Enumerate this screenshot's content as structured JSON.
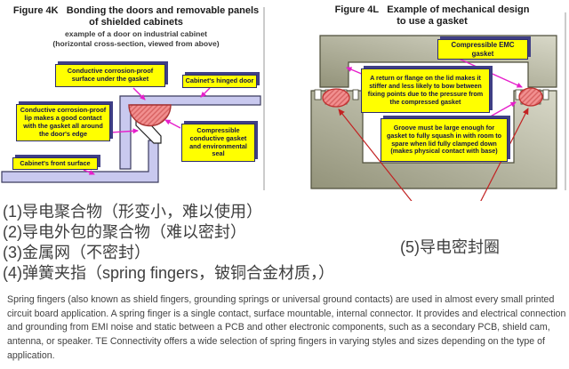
{
  "figure_4k": {
    "title_line1": "Figure 4K   Bonding the doors and removable panels",
    "title_line2": "of shielded cabinets",
    "subtitle_line1": "example of a door on industrial cabinet",
    "subtitle_line2": "(horizontal cross-section, viewed from above)",
    "labels": {
      "surface": "Conductive corrosion-proof surface under the gasket",
      "hinged_door": "Cabinet's hinged door",
      "lip": "Conductive corrosion-proof lip makes a good contact with the gasket all around the door's edge",
      "front_surface": "Cabinet's front surface",
      "gasket": "Compressible conductive gasket and environmental seal"
    }
  },
  "figure_4l": {
    "title_line1": "Figure 4L   Example of mechanical design",
    "title_line2": "to use a gasket",
    "labels": {
      "emc_gasket": "Compressible EMC gasket",
      "flange": "A return or flange on the lid makes it stiffer and less likely to bow between fixing points due to the pressure from the compressed gasket",
      "groove": "Groove must be large enough for gasket to fully squash in with room to spare when lid fully clamped down (makes physical contact with base)"
    }
  },
  "notes": {
    "item1": "(1)导电聚合物（形变小，难以使用）",
    "item2": "(2)导电外包的聚合物（难以密封）",
    "item3": "(3)金属网（不密封）",
    "item4": "(4)弹簧夹指（spring fingers，铍铜合金材质，）",
    "item5": "(5)导电密封圈"
  },
  "paragraph": "Spring fingers (also known as shield fingers, grounding springs or universal ground contacts) are used in almost every small printed circuit board application. A spring finger is a single contact, surface mountable, internal connector. It provides and electrical connection and grounding from EMI noise and static between a PCB and other electronic components, such as a secondary PCB, shield cam, antenna, or speaker. TE Connectivity offers a wide selection of spring fingers in varying styles and sizes depending on the type of application.",
  "colors": {
    "label_bg": "#ffff00",
    "label_border": "#2d2d6b",
    "label_shadow": "#3f3f85",
    "door_fill": "#c9c9ef",
    "metal_fill_dark": "#93937a",
    "metal_fill_light": "#d8d8c8",
    "gasket_fill": "#f29090",
    "gasket_border": "#b03434",
    "arrow_magenta": "#e61ecb",
    "arrow_red": "#c22222"
  }
}
